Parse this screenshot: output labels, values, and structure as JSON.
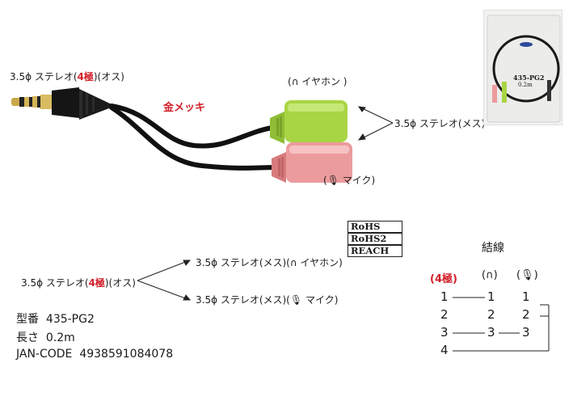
{
  "product": {
    "model_label": "型番",
    "model_value": "435-PG2",
    "length_label": "長さ",
    "length_value": "0.2m",
    "jan_label": "JAN-CODE",
    "jan_value": "4938591084078"
  },
  "photo_labels": {
    "plug_prefix": "3.5ϕ ステレオ(",
    "plug_poles": "4極",
    "plug_suffix": ")(オス)",
    "gold": "金メッキ",
    "headphone": "イヤホン",
    "mic": "マイク",
    "jack": "3.5ϕ ステレオ(メス)"
  },
  "diagram": {
    "input_prefix": "3.5ϕ ステレオ(",
    "input_poles": "4極",
    "input_suffix": ")(オス)",
    "out_headphone": "3.5ϕ ステレオ(メス)(",
    "out_headphone_tail": "イヤホン",
    "out_mic": "3.5ϕ ステレオ(メス)(",
    "out_mic_tail": "マイク"
  },
  "compliance": [
    "RoHS",
    "RoHS2",
    "REACH"
  ],
  "wiring": {
    "title": "結線",
    "head_poles": "(4極)",
    "rows_left": [
      "1",
      "2",
      "3",
      "4"
    ],
    "rows_mid": [
      "1",
      "2",
      "3"
    ],
    "rows_right": [
      "1",
      "2",
      "3"
    ]
  },
  "thumbnail": {
    "label": "435-PG2",
    "sub": "0.2m"
  },
  "colors": {
    "accent_red": "#d2202a",
    "green_jack": "#9ccc3c",
    "pink_jack": "#e8898c",
    "cable": "#111111"
  }
}
